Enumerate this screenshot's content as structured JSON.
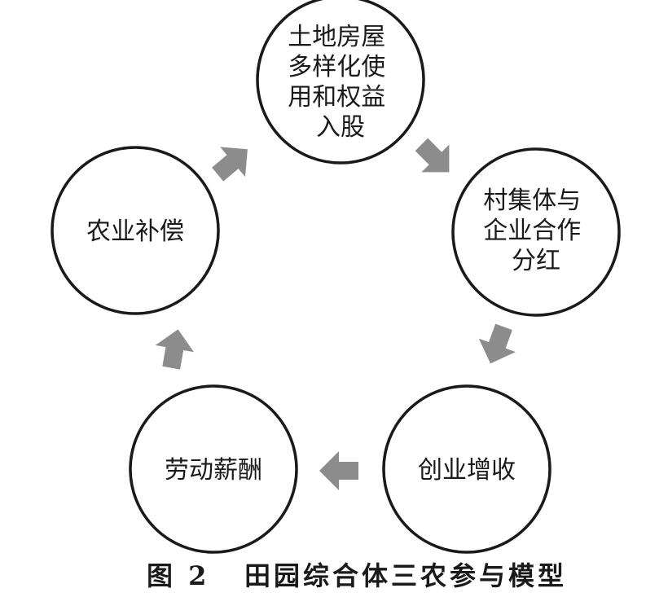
{
  "nodes": [
    {
      "id": "top",
      "lines": [
        "土地房屋",
        "多样化使",
        "用和权益",
        "入股"
      ]
    },
    {
      "id": "right",
      "lines": [
        "村集体与",
        "企业合作",
        "分红"
      ]
    },
    {
      "id": "bottom-right",
      "lines": [
        "创业增收"
      ]
    },
    {
      "id": "bottom-left",
      "lines": [
        "劳动薪酬"
      ]
    },
    {
      "id": "left",
      "lines": [
        "农业补偿"
      ]
    }
  ],
  "caption": {
    "figure_label": "图 2",
    "title": "田园综合体三农参与模型"
  },
  "colors": {
    "circle_stroke": "#1a1a1a",
    "arrow": "#8c8c8c",
    "text": "#1a1a1a"
  }
}
